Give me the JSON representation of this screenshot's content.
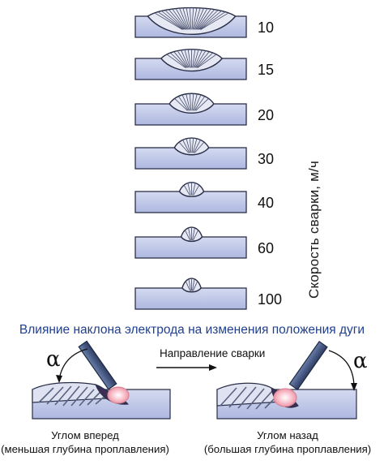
{
  "speeds": [
    "10",
    "15",
    "20",
    "30",
    "40",
    "60",
    "100"
  ],
  "weld_widths": [
    0.79,
    0.55,
    0.4,
    0.31,
    0.22,
    0.19,
    0.17
  ],
  "weld_heights": [
    0.38,
    0.42,
    0.5,
    0.46,
    0.42,
    0.46,
    0.46
  ],
  "axis_label": "Скорость  сварки, м/ч",
  "title": "Влияние наклона электрода на изменения положения дуги",
  "direction_label": "Направление  сварки",
  "alpha": "α",
  "left_caption": {
    "line1": "Углом вперед",
    "line2": "(меньшая глубина проплавления)"
  },
  "right_caption": {
    "line1": "Углом назад",
    "line2": "(большая глубина проплавления)"
  },
  "colors": {
    "plate": "#c3cbea",
    "plate_edge": "#2a2f48",
    "weld": "#e6e9f4",
    "title": "#1f3f8f",
    "electrode": "#4c5f85",
    "arc": "#f2a8b6"
  }
}
